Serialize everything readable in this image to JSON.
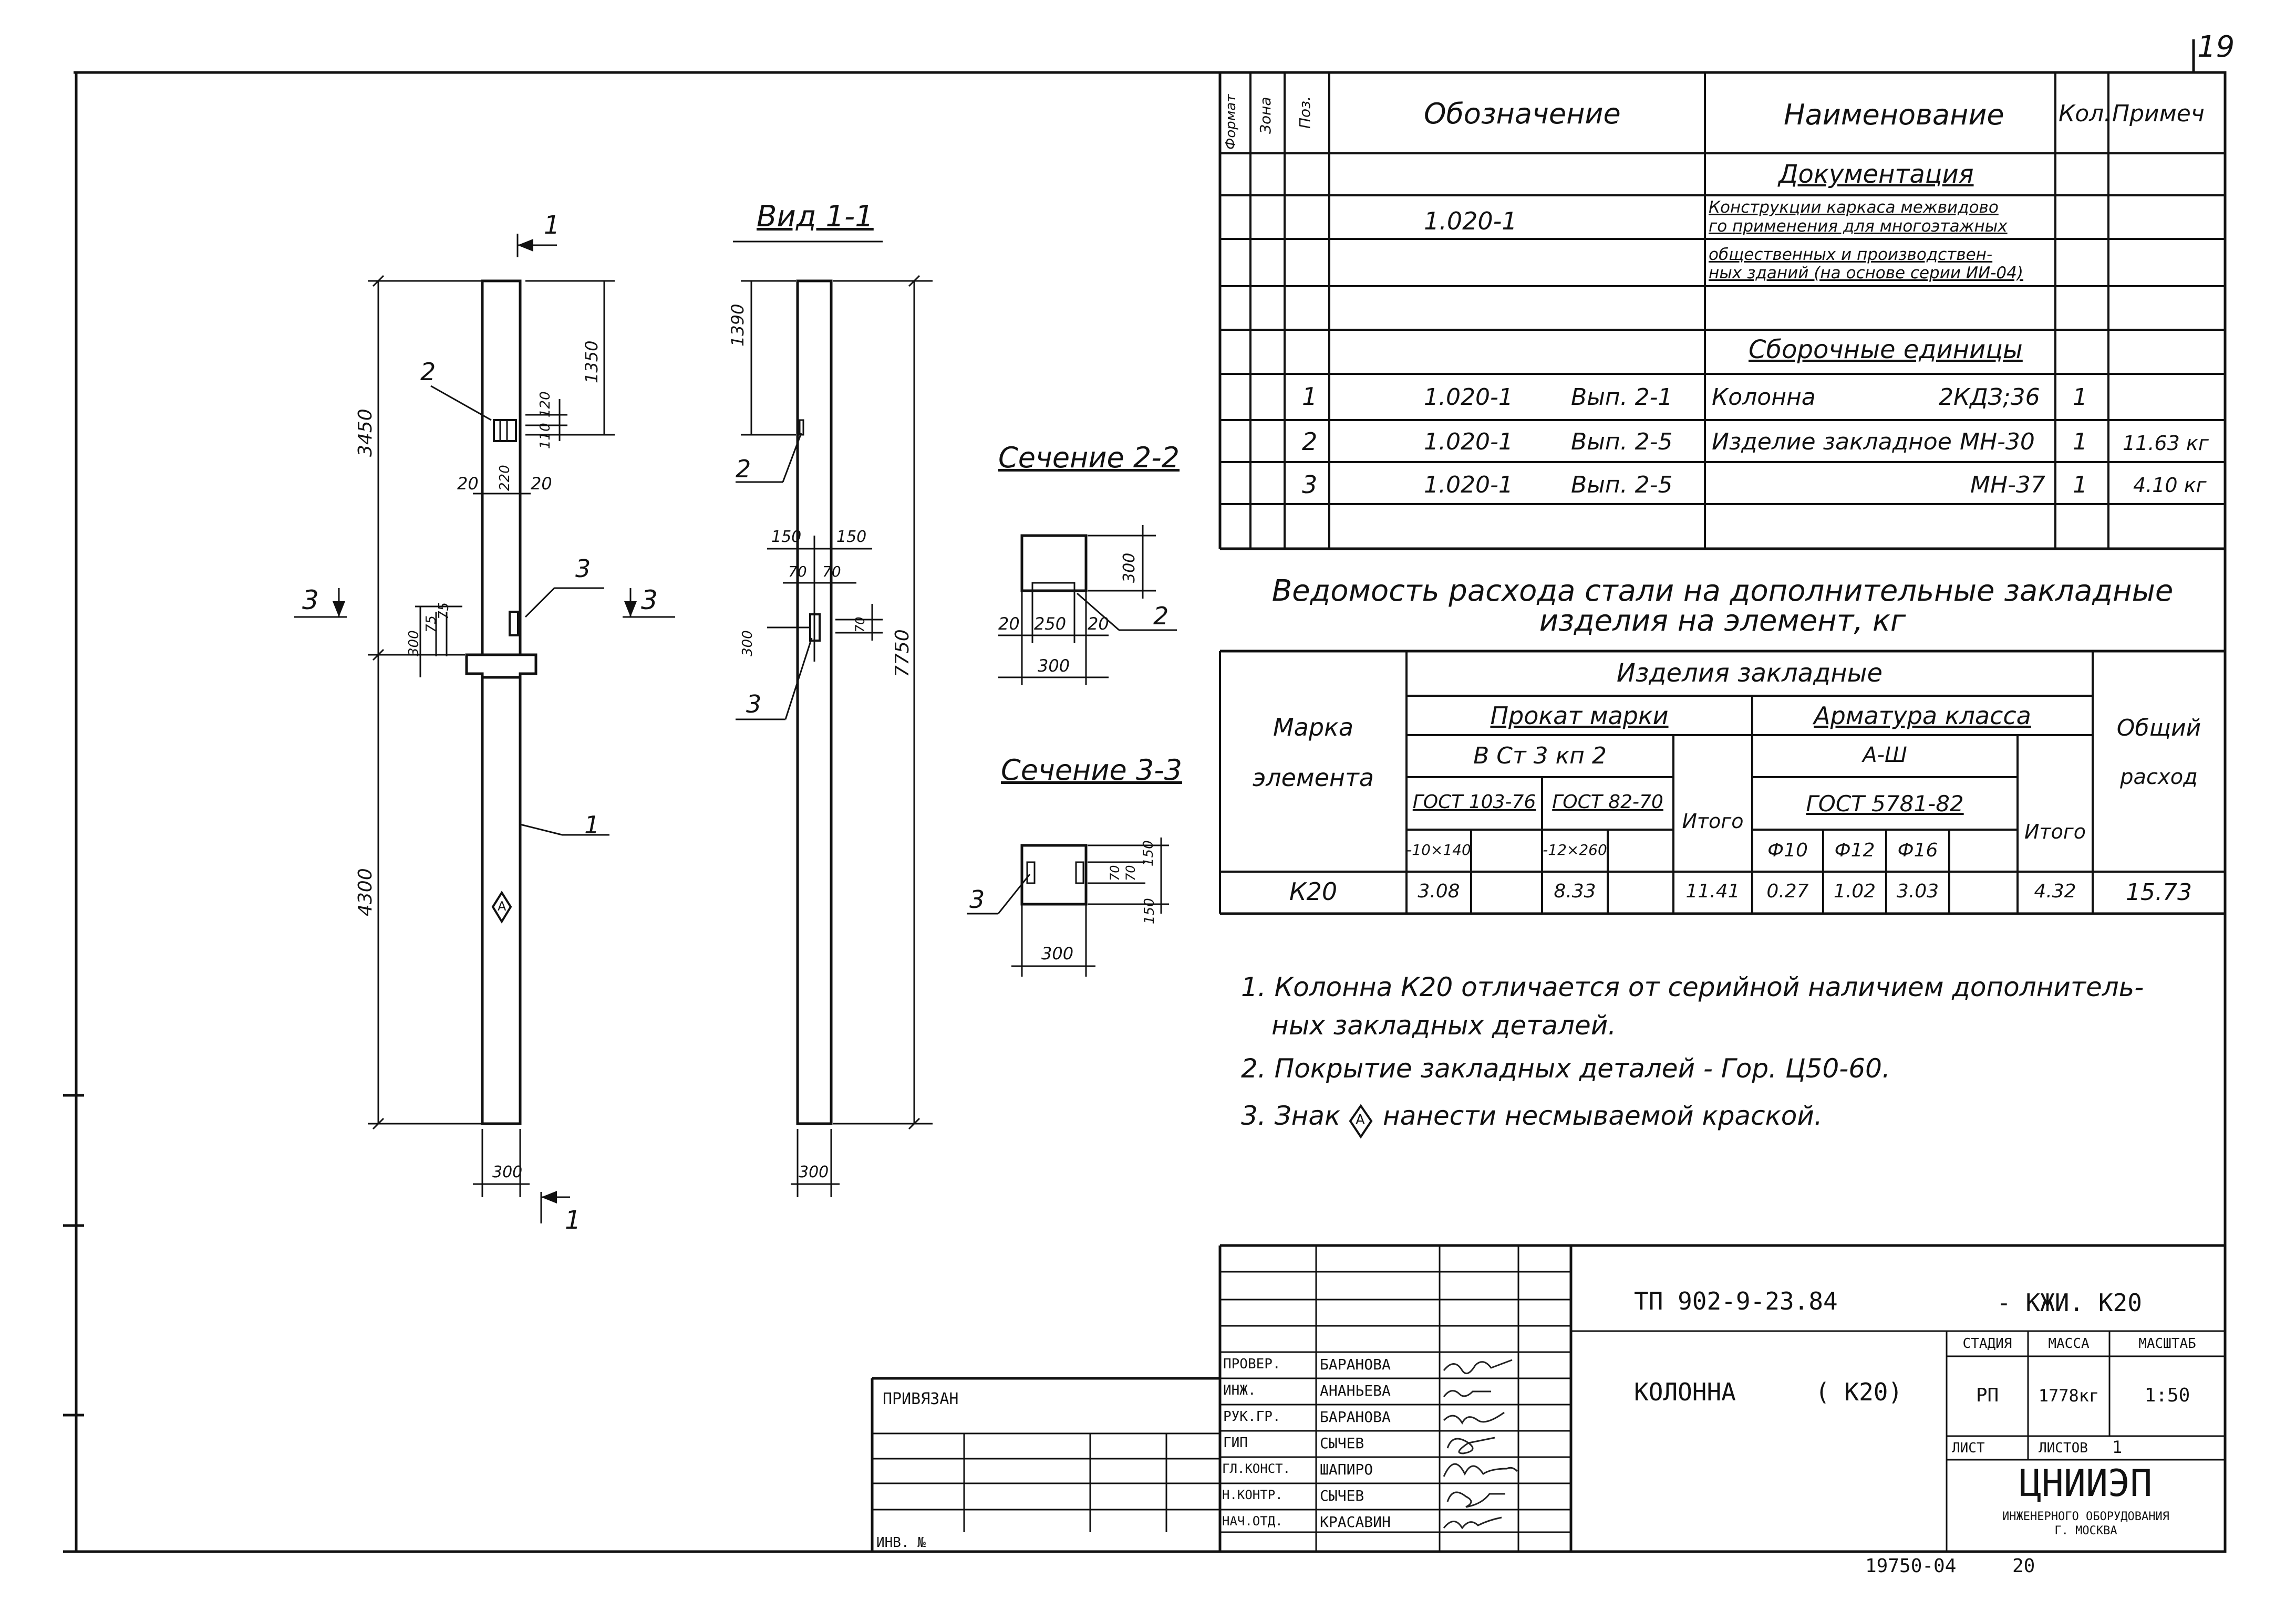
{
  "page_number": "19",
  "spec": {
    "headers": {
      "format": "Формат",
      "zone": "Зона",
      "pos": "Поз.",
      "designation": "Обозначение",
      "name": "Наименование",
      "qty": "Кол.",
      "note": "Примеч"
    },
    "section_docs": "Документация",
    "doc_designation": "1.020-1",
    "doc_name_lines": [
      "Конструкции каркаса межвидово",
      "го применения для многоэтажных",
      "общественных и производствен-",
      "ных зданий (на основе серии ИИ-04)"
    ],
    "section_assembly": "Сборочные единицы",
    "rows": [
      {
        "pos": "1",
        "designation": "1.020-1",
        "issue": "Вып. 2-1",
        "name": "Колонна",
        "mark": "2КДЗ;36",
        "qty": "1",
        "note": ""
      },
      {
        "pos": "2",
        "designation": "1.020-1",
        "issue": "Вып. 2-5",
        "name": "Изделие закладное",
        "mark": "МН-30",
        "qty": "1",
        "note": "11.63 кг"
      },
      {
        "pos": "3",
        "designation": "1.020-1",
        "issue": "Вып. 2-5",
        "name": "",
        "mark": "МН-37",
        "qty": "1",
        "note": "4.10 кг"
      }
    ]
  },
  "steel": {
    "title_line1": "Ведомость расхода стали на дополнительные закладные",
    "title_line2": "изделия на элемент, кг",
    "mark_header_line1": "Марка",
    "mark_header_line2": "элемента",
    "group_header": "Изделия закладные",
    "rolled_header": "Прокат марки",
    "rebar_header": "Арматура класса",
    "steel_grade": "В Ст 3 кп 2",
    "rebar_class": "А-Ш",
    "gost1": "ГОСТ 103-76",
    "gost2": "ГОСТ 82-70",
    "gost3": "ГОСТ 5781-82",
    "sub1": "-10×140",
    "sub2": "-12×260",
    "d10": "Ф10",
    "d12": "Ф12",
    "d16": "Ф16",
    "total_header": "Итого",
    "general_line1": "Общий",
    "general_line2": "расход",
    "row": {
      "mark": "К20",
      "v1": "3.08",
      "v2": "8.33",
      "total1": "11.41",
      "v3": "0.27",
      "v4": "1.02",
      "v5": "3.03",
      "total2": "4.32",
      "general": "15.73"
    }
  },
  "notes": {
    "n1a": "1. Колонна К20 отличается от серийной наличием дополнитель-",
    "n1b": "ных закладных деталей.",
    "n2": "2. Покрытие закладных деталей - Гор. Ц50-60.",
    "n3a": "3. Знак",
    "n3b": "нанести несмываемой краской.",
    "sign_letter": "А"
  },
  "drawing": {
    "view_title": "Вид 1-1",
    "section22": "Сечение 2-2",
    "section33": "Сечение 3-3",
    "dims": {
      "d3450": "3450",
      "d4300": "4300",
      "d1350": "1350",
      "d120": "120",
      "d110": "110",
      "d20a": "20",
      "d20b": "20",
      "d220": "220",
      "d300a": "300",
      "d75a": "75",
      "d75b": "75",
      "d300bot": "300",
      "d1390": "1390",
      "d7750": "7750",
      "d150a": "150",
      "d150b": "150",
      "d70a": "70",
      "d70b": "70",
      "d300v": "300",
      "d70c": "70",
      "d300bot2": "300",
      "s22_300v": "300",
      "s22_20a": "20",
      "s22_250": "250",
      "s22_20b": "20",
      "s22_300": "300",
      "s33_150a": "150",
      "s33_70a": "70",
      "s33_70b": "70",
      "s33_150b": "150",
      "s33_300": "300"
    },
    "labels": {
      "p1": "1",
      "p2": "2",
      "p3": "3",
      "v2": "2",
      "v3": "3",
      "s22": "2",
      "s33": "3",
      "cut1top": "1",
      "cut1bot": "1",
      "cut3l": "3",
      "cut3r": "3"
    }
  },
  "title_block": {
    "doc_code": "ТП 902-9-23.84",
    "doc_suffix": "- КЖИ. К20",
    "title": "КОЛОННА",
    "title_mark": "( К20)",
    "stage_label": "СТАДИЯ",
    "mass_label": "МАССА",
    "scale_label": "МАСШТАБ",
    "stage": "РП",
    "mass": "1778кг",
    "scale": "1:50",
    "sheet_label": "ЛИСТ",
    "sheets_label": "ЛИСТОВ",
    "sheets": "1",
    "org_name": "ЦНИИЭП",
    "org_line2": "ИНЖЕНЕРНОГО ОБОРУДОВАНИЯ",
    "org_line3": "Г. МОСКВА",
    "privyazan": "ПРИВЯЗАН",
    "inv": "ИНВ. №",
    "people": [
      {
        "role": "ПРОВЕР.",
        "name": "БАРАНОВА"
      },
      {
        "role": "ИНЖ.",
        "name": "АНАНЬЕВА"
      },
      {
        "role": "РУК.ГР.",
        "name": "БАРАНОВА"
      },
      {
        "role": "ГИП",
        "name": "СЫЧЕВ"
      },
      {
        "role": "ГЛ.КОНСТ.",
        "name": "ШАПИРО"
      },
      {
        "role": "Н.КОНТР.",
        "name": "СЫЧЕВ"
      },
      {
        "role": "НАЧ.ОТД.",
        "name": "КРАСАВИН"
      }
    ],
    "bottom_code": "19750-04",
    "bottom_num": "20"
  }
}
